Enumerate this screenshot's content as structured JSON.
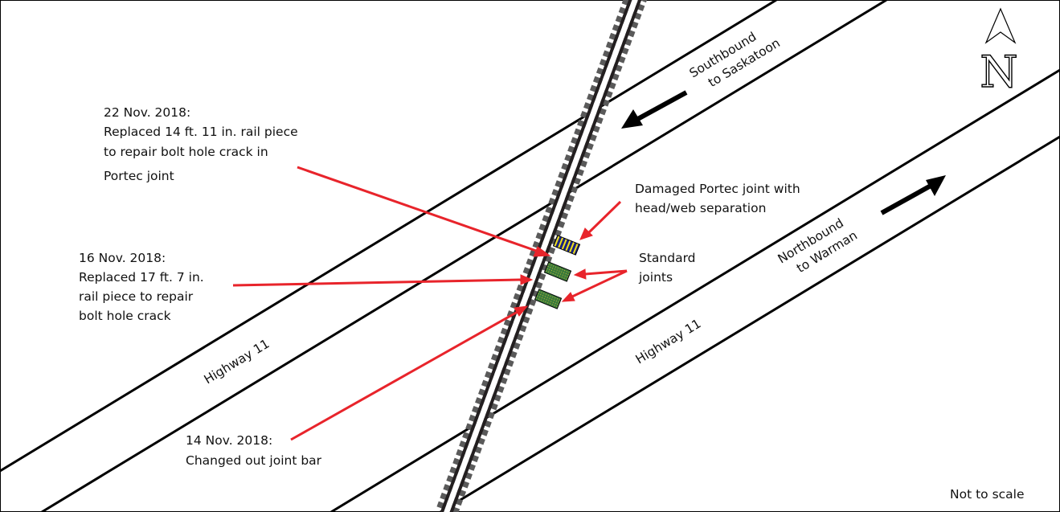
{
  "diagram": {
    "title": "Rail crossing over Highway 11 – joint repair history",
    "compass": {
      "letter": "N",
      "icon": "north-arrow-icon"
    },
    "scale_note": "Not to scale",
    "roads": [
      {
        "name": "Highway 11",
        "direction_line1": "Southbound",
        "direction_line2": "to Saskatoon",
        "arrow_icon": "arrow-southwest-icon"
      },
      {
        "name": "Highway 11",
        "direction_line1": "Northbound",
        "direction_line2": "to Warman",
        "arrow_icon": "arrow-northeast-icon"
      }
    ],
    "callouts": [
      {
        "id": "nov22",
        "lines": [
          "22 Nov. 2018:",
          "Replaced 14 ft. 11 in. rail piece",
          "to repair bolt hole crack in",
          "Portec joint"
        ]
      },
      {
        "id": "nov16",
        "lines": [
          "16 Nov. 2018:",
          "Replaced 17 ft. 7 in.",
          "rail piece to repair",
          "bolt hole crack"
        ]
      },
      {
        "id": "nov14",
        "lines": [
          "14 Nov. 2018:",
          "Changed out joint bar"
        ]
      },
      {
        "id": "damaged",
        "lines": [
          "Damaged Portec joint with",
          "head/web separation"
        ]
      },
      {
        "id": "standard",
        "lines": [
          "Standard",
          "joints"
        ]
      }
    ],
    "joints": [
      {
        "type": "damaged-portec",
        "fill": "#1a237e",
        "stripe": "#f2e21a"
      },
      {
        "type": "standard",
        "fill": "#3a7a3a",
        "dots": "#c8b838"
      },
      {
        "type": "standard",
        "fill": "#3a7a3a",
        "dots": "#c8b838"
      }
    ],
    "colors": {
      "road_line": "#000000",
      "rail": "#231f20",
      "tie": "#5a5a5a",
      "leader": "#e8242b"
    }
  }
}
